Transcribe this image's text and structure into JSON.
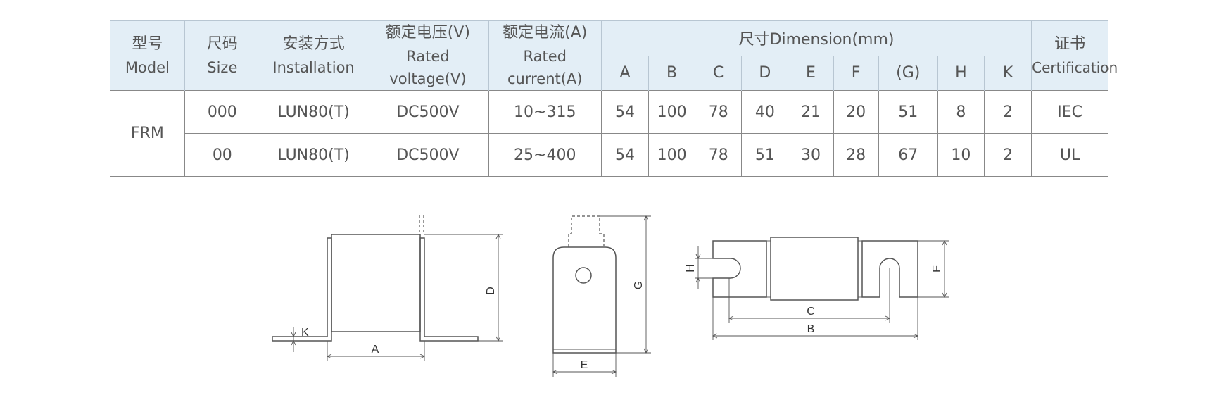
{
  "headers": {
    "model": {
      "zh": "型号",
      "en": "Model"
    },
    "size": {
      "zh": "尺码",
      "en": "Size"
    },
    "installation": {
      "zh": "安装方式",
      "en": "Installation"
    },
    "voltage": {
      "zh": "额定电压(V)",
      "en": "Rated voltage(V)"
    },
    "current": {
      "zh": "额定电流(A)",
      "en": "Rated current(A)"
    },
    "dimension": "尺寸Dimension(mm)",
    "dim_cols": [
      "A",
      "B",
      "C",
      "D",
      "E",
      "F",
      "(G)",
      "H",
      "K"
    ],
    "certification": {
      "zh": "证书",
      "en": "Certification"
    }
  },
  "model": "FRM",
  "rows": [
    {
      "size": "000",
      "installation": "LUN80(T)",
      "voltage": "DC500V",
      "current": "10~315",
      "dims": [
        "54",
        "100",
        "78",
        "40",
        "21",
        "20",
        "51",
        "8",
        "2"
      ],
      "cert": "IEC"
    },
    {
      "size": "00",
      "installation": "LUN80(T)",
      "voltage": "DC500V",
      "current": "25~400",
      "dims": [
        "54",
        "100",
        "78",
        "51",
        "30",
        "28",
        "67",
        "10",
        "2"
      ],
      "cert": "UL"
    }
  ],
  "drawing_labels": {
    "K": "K",
    "A": "A",
    "D": "D",
    "G": "G",
    "E": "E",
    "H": "H",
    "C": "C",
    "B": "B",
    "F": "F"
  }
}
